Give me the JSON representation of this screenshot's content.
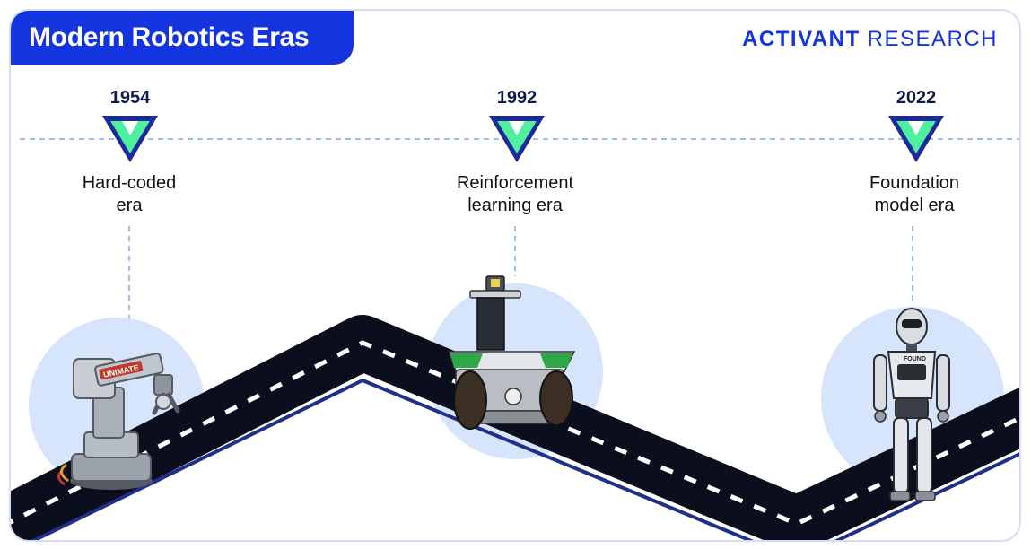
{
  "title": "Modern Robotics Eras",
  "brand": {
    "primary": "ACTIVANT",
    "secondary": "RESEARCH"
  },
  "milestones": [
    {
      "year": "1954",
      "label_line1": "Hard-coded",
      "label_line2": "era",
      "robot": "industrial-arm",
      "robot_label": "UNIMATE"
    },
    {
      "year": "1992",
      "label_line1": "Reinforcement",
      "label_line2": "learning era",
      "robot": "wheeled-rover"
    },
    {
      "year": "2022",
      "label_line1": "Foundation",
      "label_line2": "model era",
      "robot": "humanoid",
      "robot_label": "FOUND"
    }
  ],
  "colors": {
    "accent": "#1434e0",
    "marker_green": "#4ef0a0",
    "marker_border": "#1a2a9a",
    "timeline_dash": "#9cc0ee",
    "halo": "#d6e4fc",
    "road": "#0b0e1c"
  }
}
